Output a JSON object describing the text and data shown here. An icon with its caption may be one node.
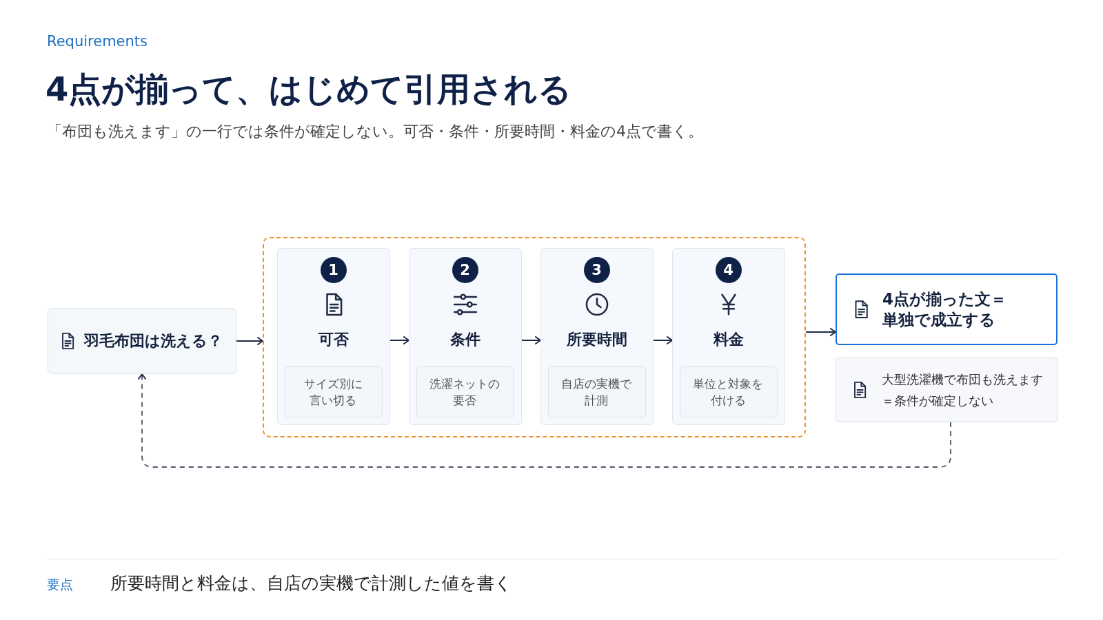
{
  "diagram": {
    "title": "4点が揃って、はじめて引用される",
    "nodes": [
      {
        "text": [
          "羽毛布団は洗える？"
        ]
      },
      {
        "text": [],
        "shape": "box"
      },
      {
        "text": [
          "1",
          "可否"
        ],
        "in": 1
      },
      {
        "text": [
          "サイズ別に言い切る"
        ],
        "in": 2
      },
      {
        "text": [
          "2",
          "条件"
        ],
        "in": 1
      },
      {
        "text": [
          "洗濯ネットの要否"
        ],
        "in": 4
      },
      {
        "text": [
          "3",
          "所要時間"
        ],
        "in": 1
      },
      {
        "text": [
          "自店の実機で計測"
        ],
        "in": 6
      },
      {
        "text": [
          "4",
          "料金"
        ],
        "in": 1
      },
      {
        "text": [
          "単位と対象を付ける"
        ],
        "in": 8
      },
      {
        "text": [
          "4点が揃った文＝単独で成立する"
        ]
      },
      {
        "text": [
          "大型洗濯機で布団も洗えます＝条件が確定しない"
        ]
      }
    ],
    "edges": [
      {
        "from": 0,
        "to": 1,
        "arrow": "to"
      },
      {
        "from": 2,
        "to": 4,
        "arrow": "to"
      },
      {
        "from": 4,
        "to": 6,
        "arrow": "to"
      },
      {
        "from": 6,
        "to": 8,
        "arrow": "to"
      },
      {
        "from": 1,
        "to": 10,
        "arrow": "to"
      },
      {
        "from": 11,
        "to": 0,
        "arrow": "to",
        "style": "dashed"
      }
    ],
    "labels": [
      "Requirements",
      "「布団も洗えます」の一行では条件が確定しない。可否・条件・所要時間・料金の4点で書く。",
      "要点",
      "所要時間と料金は、自店の実機で計測した値を書く"
    ]
  }
}
